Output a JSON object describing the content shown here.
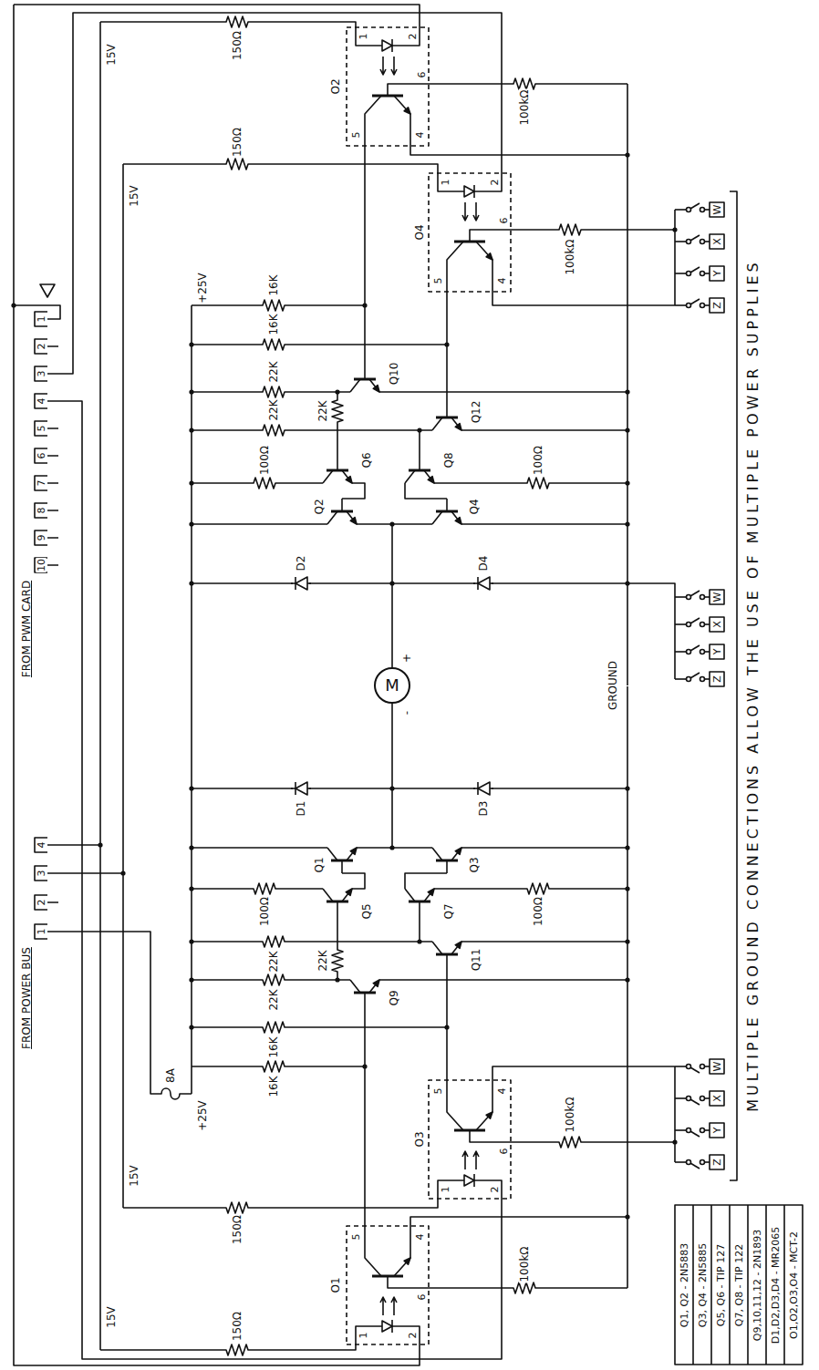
{
  "diagram": {
    "nodes": [
      {
        "text": [
          "M"
        ]
      }
    ],
    "labels": [
      "FROM POWER BUS",
      "4",
      "3",
      "2",
      "1",
      "FROM PWM CARD",
      "1",
      "2",
      "3",
      "4",
      "5",
      "6",
      "7",
      "8",
      "9",
      "10",
      "8A",
      "+25V",
      "+25V",
      "15V",
      "150Ω",
      "O2",
      "1",
      "2",
      "6",
      "5",
      "4",
      "100kΩ",
      "15V",
      "150Ω",
      "O4",
      "1",
      "2",
      "6",
      "5",
      "4",
      "100kΩ",
      "W",
      "X",
      "Y",
      "Z",
      "16K",
      "16K",
      "22K",
      "Q10",
      "22K",
      "Q12",
      "22K",
      "100Ω",
      "Q6",
      "Q8",
      "100Ω",
      "Q2",
      "Q4",
      "D2",
      "D4",
      "+",
      "-",
      "GROUND",
      "W",
      "X",
      "Y",
      "Z",
      "D1",
      "D3",
      "Q1",
      "Q3",
      "100Ω",
      "Q5",
      "Q7",
      "100Ω",
      "22K",
      "22K",
      "Q11",
      "22K",
      "Q9",
      "16K",
      "16K",
      "W",
      "X",
      "Y",
      "Z",
      "O3",
      "5",
      "4",
      "6",
      "1",
      "2",
      "100kΩ",
      "15V",
      "150Ω",
      "O1",
      "5",
      "4",
      "6",
      "1",
      "2",
      "100kΩ",
      "15V",
      "150Ω",
      "MULTIPLE GROUND CONNECTIONS ALLOW THE USE OF MULTIPLE POWER SUPPLIES",
      "Q1, Q2 - 2N5883",
      "Q3, Q4 - 2N5885",
      "Q5, Q6 - TIP 127",
      "Q7, Q8 - TIP 122",
      "Q9,10,11,12 - 2N1893",
      "D1,D2,D3,D4 - MR2065",
      "O1,O2,O3,O4 - MCT-2"
    ]
  }
}
